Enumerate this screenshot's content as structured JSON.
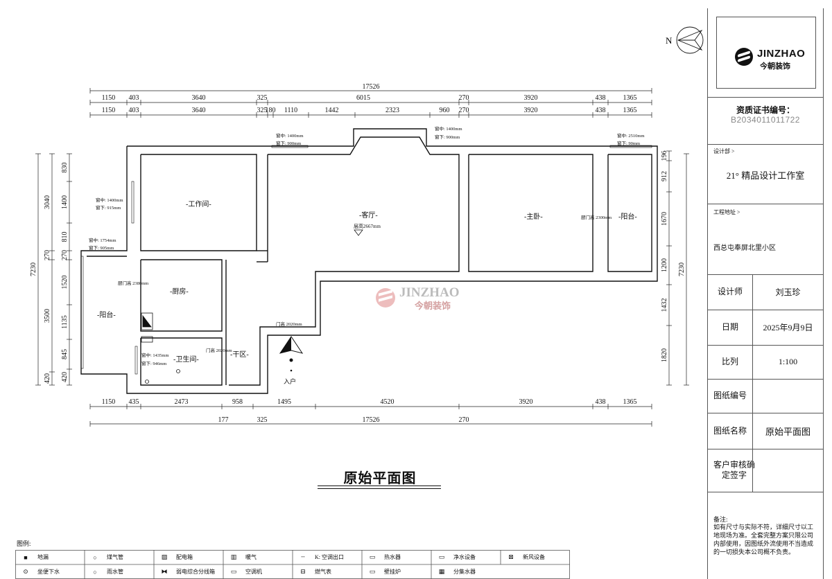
{
  "compass": {
    "label": "N"
  },
  "dimensions": {
    "top_total": "17526",
    "top_row1": [
      "1150",
      "403",
      "3640",
      "325",
      "6015",
      "270",
      "3920",
      "438",
      "1365"
    ],
    "top_row2": [
      "1150",
      "403",
      "3640",
      "325",
      "180",
      "1110",
      "1442",
      "2323",
      "960",
      "270",
      "3920",
      "438",
      "1365"
    ],
    "bottom_row1": [
      "1150",
      "435",
      "2473",
      "958",
      "1495",
      "4520",
      "3920",
      "438",
      "1365"
    ],
    "bottom_row2": [
      "177",
      "325",
      "270"
    ],
    "bottom_total": "17526",
    "left_total": "7230",
    "left_outer": [
      "3040",
      "270",
      "3500",
      "420"
    ],
    "left_inner": [
      "830",
      "1400",
      "810",
      "270",
      "1520",
      "1135",
      "845",
      "420"
    ],
    "right_total": "7230",
    "right_inner": [
      "196",
      "912",
      "1670",
      "1200",
      "1432",
      "1820"
    ]
  },
  "rooms": {
    "study": "-工作间-",
    "living": "-客厅-",
    "living_height": "层高2667mm",
    "master": "-主卧-",
    "balcony_east": "-阳台-",
    "balcony_west": "-阳台-",
    "kitchen": "-厨房-",
    "bathroom": "-卫生间-",
    "dry_zone": "-干区-",
    "entrance": "入户"
  },
  "notes": {
    "win_top_living": [
      "窗中: 1400mm",
      "窗下: 900mm"
    ],
    "win_bay": [
      "窗中: 1400mm",
      "窗下: 900mm"
    ],
    "win_balcony_east": [
      "窗中: 2510mm",
      "窗下: 90mm"
    ],
    "win_study": [
      "窗中: 1400mm",
      "窗下: 915mm"
    ],
    "win_balcony_west": [
      "窗中: 1754mm",
      "窗下: 905mm"
    ],
    "win_bath": [
      "窗中: 1435mm",
      "窗下: 946mm"
    ],
    "door_kitchen": "厨门高 2380mm",
    "door_entrance": "门高 2020mm",
    "door_bath": "门高 2020mm",
    "door_master": "厨门高 2300mm"
  },
  "watermark": {
    "en": "JINZHAO",
    "cn": "今朝装饰"
  },
  "drawing_title": "原始平面图",
  "title_block": {
    "logo_en": "JINZHAO",
    "logo_cn": "今朝装饰",
    "cert_label": "资质证书编号：",
    "cert_number": "B2034011011722",
    "design_dept_label": "设计部 >",
    "studio": "21° 精品设计工作室",
    "project_label": "工程地址 >",
    "address": "西总屯奉屏北里小区",
    "rows": [
      {
        "k": "设计师",
        "v": "刘玉珍"
      },
      {
        "k": "日期",
        "v": "2025年9月9日"
      },
      {
        "k": "比列",
        "v": "1:100"
      },
      {
        "k": "图纸编号",
        "v": ""
      },
      {
        "k": "图纸名称",
        "v": "原始平面图"
      },
      {
        "k": "客户审核确定签字",
        "v": ""
      }
    ],
    "notes_title": "备注:",
    "notes_body": "如有尺寸与实际不符，详细尺寸以工地现场为准。全套完整方案只限公司内部使用，因图纸外流使用不当造成的一切损失本公司概不负责。"
  },
  "legend": {
    "title": "图例:",
    "items": [
      {
        "sym": "■",
        "name": "地漏"
      },
      {
        "sym": "○",
        "name": "煤气管"
      },
      {
        "sym": "▨",
        "name": "配电箱"
      },
      {
        "sym": "▥",
        "name": "暖气"
      },
      {
        "sym": "┄",
        "name": "K: 空调出口"
      },
      {
        "sym": "▭",
        "name": "热水器"
      },
      {
        "sym": "▭",
        "name": "净水设备"
      },
      {
        "sym": "⊠",
        "name": "新风设备"
      },
      {
        "sym": "⊙",
        "name": "坐便下水"
      },
      {
        "sym": "○",
        "name": "雨水管"
      },
      {
        "sym": "⧓",
        "name": "弱电综合分线箱"
      },
      {
        "sym": "▭",
        "name": "空调机"
      },
      {
        "sym": "⊟",
        "name": "燃气表"
      },
      {
        "sym": "▭",
        "name": "壁挂炉"
      },
      {
        "sym": "▦",
        "name": "分集水器"
      }
    ]
  }
}
